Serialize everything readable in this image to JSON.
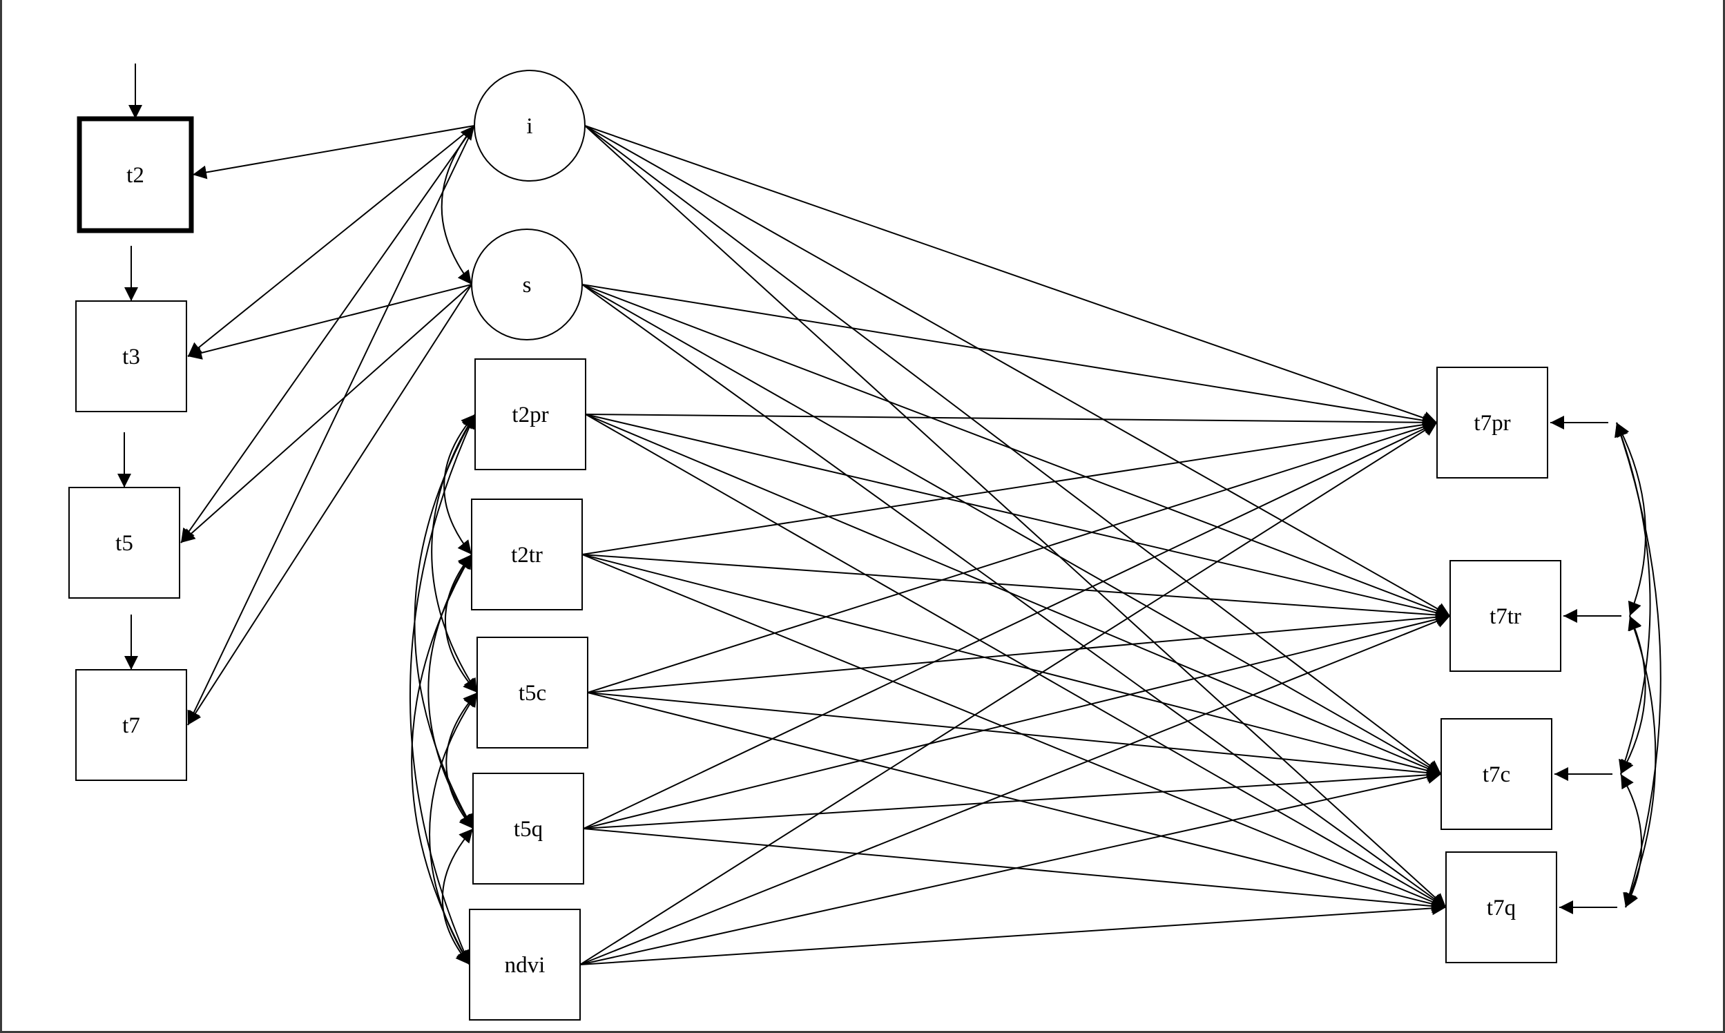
{
  "nodes": [
    {
      "id": "t2",
      "label": "t2",
      "shape": "box",
      "emphasized": true
    },
    {
      "id": "t3",
      "label": "t3",
      "shape": "box"
    },
    {
      "id": "t5",
      "label": "t5",
      "shape": "box"
    },
    {
      "id": "t7",
      "label": "t7",
      "shape": "box"
    },
    {
      "id": "i",
      "label": "i",
      "shape": "circle"
    },
    {
      "id": "s",
      "label": "s",
      "shape": "circle"
    },
    {
      "id": "t2pr",
      "label": "t2pr",
      "shape": "box"
    },
    {
      "id": "t2tr",
      "label": "t2tr",
      "shape": "box"
    },
    {
      "id": "t5c",
      "label": "t5c",
      "shape": "box"
    },
    {
      "id": "t5q",
      "label": "t5q",
      "shape": "box"
    },
    {
      "id": "ndvi",
      "label": "ndvi",
      "shape": "box"
    },
    {
      "id": "t7pr",
      "label": "t7pr",
      "shape": "box"
    },
    {
      "id": "t7tr",
      "label": "t7tr",
      "shape": "box"
    },
    {
      "id": "t7c",
      "label": "t7c",
      "shape": "box"
    },
    {
      "id": "t7q",
      "label": "t7q",
      "shape": "box"
    }
  ],
  "residual_arrows": [
    "t2",
    "t3",
    "t5",
    "t7",
    "t7pr",
    "t7tr",
    "t7c",
    "t7q"
  ],
  "loadings": [
    {
      "from": "i",
      "to": "t2"
    },
    {
      "from": "i",
      "to": "t3"
    },
    {
      "from": "i",
      "to": "t5"
    },
    {
      "from": "i",
      "to": "t7"
    },
    {
      "from": "s",
      "to": "t3"
    },
    {
      "from": "s",
      "to": "t5"
    },
    {
      "from": "s",
      "to": "t7"
    }
  ],
  "regressions": [
    {
      "from": "i",
      "to": "t7pr"
    },
    {
      "from": "i",
      "to": "t7tr"
    },
    {
      "from": "i",
      "to": "t7c"
    },
    {
      "from": "i",
      "to": "t7q"
    },
    {
      "from": "s",
      "to": "t7pr"
    },
    {
      "from": "s",
      "to": "t7tr"
    },
    {
      "from": "s",
      "to": "t7c"
    },
    {
      "from": "s",
      "to": "t7q"
    },
    {
      "from": "t2pr",
      "to": "t7pr"
    },
    {
      "from": "t2pr",
      "to": "t7tr"
    },
    {
      "from": "t2pr",
      "to": "t7c"
    },
    {
      "from": "t2pr",
      "to": "t7q"
    },
    {
      "from": "t2tr",
      "to": "t7pr"
    },
    {
      "from": "t2tr",
      "to": "t7tr"
    },
    {
      "from": "t2tr",
      "to": "t7c"
    },
    {
      "from": "t2tr",
      "to": "t7q"
    },
    {
      "from": "t5c",
      "to": "t7pr"
    },
    {
      "from": "t5c",
      "to": "t7tr"
    },
    {
      "from": "t5c",
      "to": "t7c"
    },
    {
      "from": "t5c",
      "to": "t7q"
    },
    {
      "from": "t5q",
      "to": "t7pr"
    },
    {
      "from": "t5q",
      "to": "t7tr"
    },
    {
      "from": "t5q",
      "to": "t7c"
    },
    {
      "from": "t5q",
      "to": "t7q"
    },
    {
      "from": "ndvi",
      "to": "t7pr"
    },
    {
      "from": "ndvi",
      "to": "t7tr"
    },
    {
      "from": "ndvi",
      "to": "t7c"
    },
    {
      "from": "ndvi",
      "to": "t7q"
    }
  ],
  "covariances_left": [
    {
      "a": "i",
      "b": "s"
    },
    {
      "a": "t2pr",
      "b": "t2tr"
    },
    {
      "a": "t2pr",
      "b": "t5c"
    },
    {
      "a": "t2pr",
      "b": "t5q"
    },
    {
      "a": "t2pr",
      "b": "ndvi"
    },
    {
      "a": "t2tr",
      "b": "t5c"
    },
    {
      "a": "t2tr",
      "b": "t5q"
    },
    {
      "a": "t2tr",
      "b": "ndvi"
    },
    {
      "a": "t5c",
      "b": "t5q"
    },
    {
      "a": "t5c",
      "b": "ndvi"
    },
    {
      "a": "t5q",
      "b": "ndvi"
    }
  ],
  "covariances_right": [
    {
      "a": "t7pr",
      "b": "t7tr"
    },
    {
      "a": "t7pr",
      "b": "t7c"
    },
    {
      "a": "t7pr",
      "b": "t7q"
    },
    {
      "a": "t7tr",
      "b": "t7c"
    },
    {
      "a": "t7tr",
      "b": "t7q"
    },
    {
      "a": "t7c",
      "b": "t7q"
    }
  ]
}
